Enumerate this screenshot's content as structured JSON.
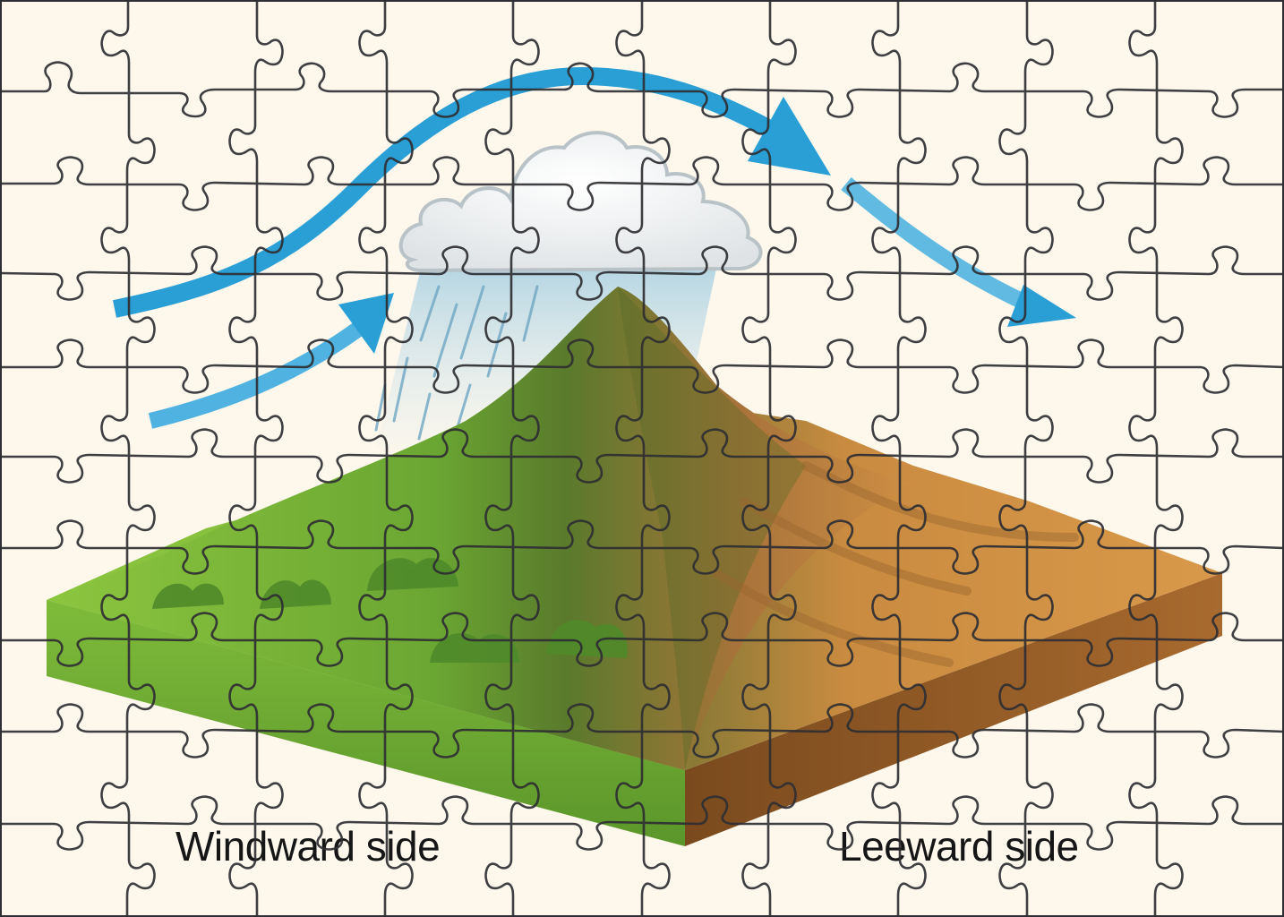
{
  "diagram": {
    "type": "jigsaw-puzzle illustration",
    "subject": "Orographic precipitation / rain shadow effect",
    "labels": {
      "windward": "Windward side",
      "leeward": "Leeward side"
    },
    "elements": [
      {
        "name": "moist-air-arrow-upper",
        "description": "Blue arrow rising from left over the mountain and descending to the right"
      },
      {
        "name": "moist-air-arrow-lower",
        "description": "Blue arrow rising toward the windward slope"
      },
      {
        "name": "descending-air-arrow",
        "description": "Lighter blue arrow descending on the leeward side"
      },
      {
        "name": "rain-cloud",
        "description": "White cumulus cloud above the peak with rain falling on the windward side"
      },
      {
        "name": "mountain",
        "description": "Peak with green vegetated windward slope and dry brown leeward slope"
      },
      {
        "name": "windward-terrain",
        "description": "Green land block with shrubs"
      },
      {
        "name": "leeward-terrain",
        "description": "Brown arid land block"
      }
    ],
    "puzzle": {
      "columns": 10,
      "rows": 10
    },
    "colors": {
      "background": "#fdf7ec",
      "arrow_blue": "#2a9fd6",
      "arrow_light_blue": "#6cc0e6",
      "green_light": "#8cc63f",
      "green_dark": "#4f8a2a",
      "brown_light": "#d9994a",
      "brown_dark": "#8a5424",
      "puzzle_line": "#2f2f33",
      "label_text": "#161616"
    }
  }
}
